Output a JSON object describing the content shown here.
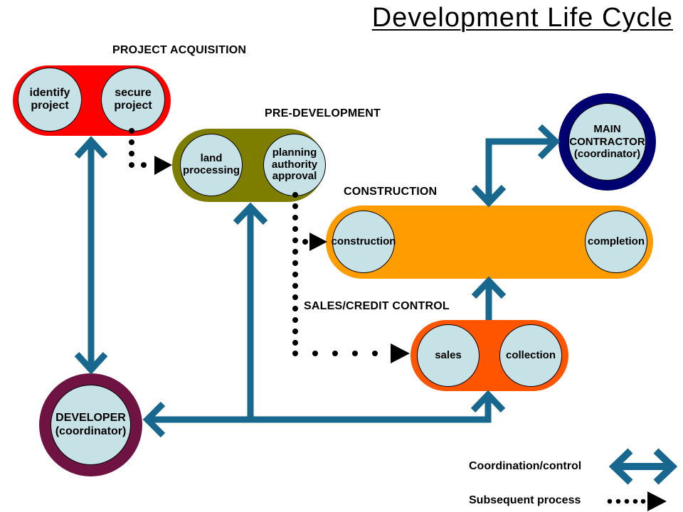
{
  "title": "Development Life Cycle",
  "stages": [
    {
      "id": "project-acquisition",
      "label": "PROJECT ACQUISITION",
      "color": "#FF0000",
      "nodes": [
        "identify project",
        "secure project"
      ]
    },
    {
      "id": "pre-development",
      "label": "PRE-DEVELOPMENT",
      "color": "#7D7D00",
      "nodes": [
        "land processing",
        "planning authority approval"
      ]
    },
    {
      "id": "construction",
      "label": "CONSTRUCTION",
      "color": "#FF9C00",
      "nodes": [
        "construction",
        "completion"
      ]
    },
    {
      "id": "sales-credit-control",
      "label": "SALES/CREDIT CONTROL",
      "color": "#FF5500",
      "nodes": [
        "sales",
        "collection"
      ]
    }
  ],
  "coordinators": [
    {
      "id": "main-contractor",
      "text": "MAIN\nCONTRACTOR\n(coordinator)",
      "ring_color": "#000070",
      "fill": "#C6E2E6"
    },
    {
      "id": "developer",
      "text": "DEVELOPER\n(coordinator)",
      "ring_color": "#6E1342",
      "fill": "#C6E2E6"
    }
  ],
  "legend": {
    "coordination_label": "Coordination/control",
    "subsequent_label": "Subsequent process",
    "coordination_icon": "double-headed-arrow-icon",
    "subsequent_icon": "dotted-arrow-icon",
    "coordination_color": "#17678F",
    "subsequent_color": "#000000"
  },
  "connections": [
    {
      "from": "project-acquisition",
      "to": "developer",
      "type": "coordination",
      "bidirectional": true
    },
    {
      "from": "secure project",
      "to": "pre-development",
      "type": "subsequent"
    },
    {
      "from": "developer",
      "to": "pre-development",
      "type": "coordination"
    },
    {
      "from": "main-contractor",
      "to": "construction",
      "type": "coordination",
      "bidirectional": true
    },
    {
      "from": "planning authority approval",
      "to": "construction",
      "type": "subsequent"
    },
    {
      "from": "planning authority approval",
      "to": "sales-credit-control",
      "type": "subsequent"
    },
    {
      "from": "sales-credit-control",
      "to": "construction",
      "type": "coordination"
    },
    {
      "from": "sales-credit-control",
      "to": "developer",
      "type": "coordination",
      "bidirectional": true
    }
  ],
  "colors": {
    "arrow_blue": "#17678F",
    "node_fill": "#C6E2E6",
    "background": "#FFFFFF",
    "text": "#000000"
  }
}
